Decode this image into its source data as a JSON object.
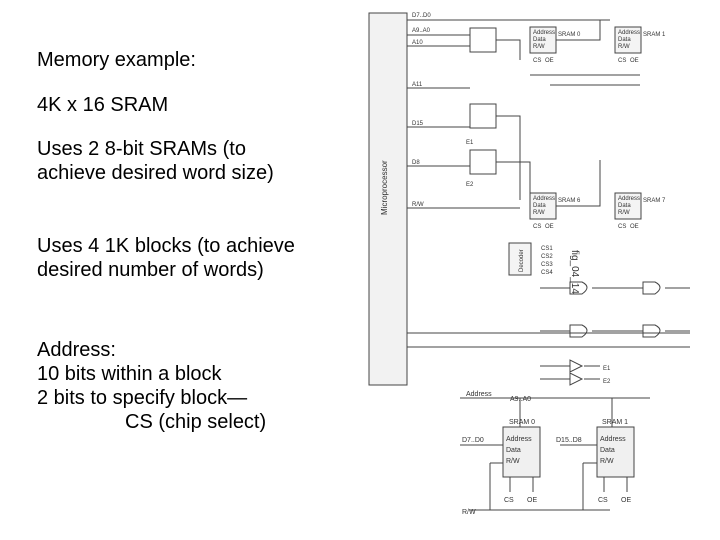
{
  "slide": {
    "title": "Memory example:",
    "spec": "4K x 16 SRAM",
    "point_width": "Uses 2 8-bit SRAMs (to achieve desired word size)",
    "point_words": "Uses 4 1K blocks (to achieve desired number of words)",
    "address_line1": "Address:",
    "address_line2": "10 bits within a block",
    "address_line3": "2 bits to specify block—",
    "address_line4": "CS (chip select)"
  },
  "figure": {
    "caption": "fig_04_14",
    "microprocessor_label": "Microprocessor",
    "decoder_label": "Decoder",
    "decoder_outputs": [
      "CS1",
      "CS2",
      "CS3",
      "CS4"
    ],
    "cpu_pins": [
      "D7..D0",
      "A9..A0",
      "A10",
      "A11",
      "D15",
      "D8",
      "R/W"
    ],
    "sram_top_right_title": "SRAM 1",
    "sram_top_left_title": "SRAM 0",
    "sram_mid_right_title": "SRAM 7",
    "sram_mid_left_title": "SRAM 6",
    "sram_fields": [
      "Address",
      "Data",
      "R/W"
    ],
    "chip_pins": [
      "CS",
      "OE"
    ],
    "gate_labels": [
      "E1",
      "E2",
      "E1",
      "E2"
    ],
    "inset": {
      "address_label": "Address",
      "address_bus": "A9..A0",
      "sram0_title": "SRAM 0",
      "sram1_title": "SRAM 1",
      "sram0_data": "D7..D0",
      "sram1_data": "D15..D8",
      "fields": [
        "Address",
        "Data",
        "R/W"
      ],
      "pins_left": [
        "CS",
        "OE"
      ],
      "pins_right": [
        "CS",
        "OE"
      ],
      "rw_label": "R/W"
    }
  }
}
